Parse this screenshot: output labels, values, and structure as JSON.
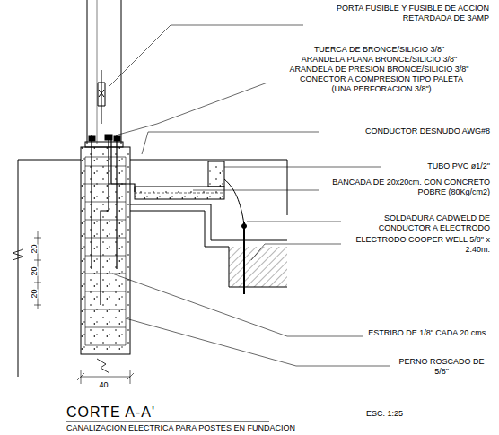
{
  "diagram": {
    "title": "CORTE A-A'",
    "caption": "CANALIZACION ELECTRICA PARA POSTES EN FUNDACION",
    "labels": [
      "PORTA FUSIBLE Y FUSIBLE DE ACCION RETARDADA DE 3AMP",
      "TUERCA DE BRONCE/SILICIO 3/8\"",
      "ARANDELA PLANA BRONCE/SILICIO 3/8\"",
      "ARANDELA DE PRESION BRONCE/SILICIO 3/8\"",
      "CONECTOR A COMPRESION TIPO PALETA (UNA PERFORACION 3/8\")",
      "CONDUCTOR DESNUDO AWG#8",
      "TUBO PVC ø1/2\"",
      "BANCADA DE 20x20cm. CON CONCRETO POBRE (80Kg/cm2)",
      "SOLDADURA CADWELD DE CONDUCTOR A ELECTRODO",
      "ELECTRODO COOPER WELL 5/8\" x 2.40m.",
      "ESTRIBO DE 1/8\" CADA 20 cms.",
      "PERNO ROSCADO DE 5/8\"",
      "20",
      "20",
      "20",
      ".40",
      "ESC. 1:25"
    ]
  }
}
